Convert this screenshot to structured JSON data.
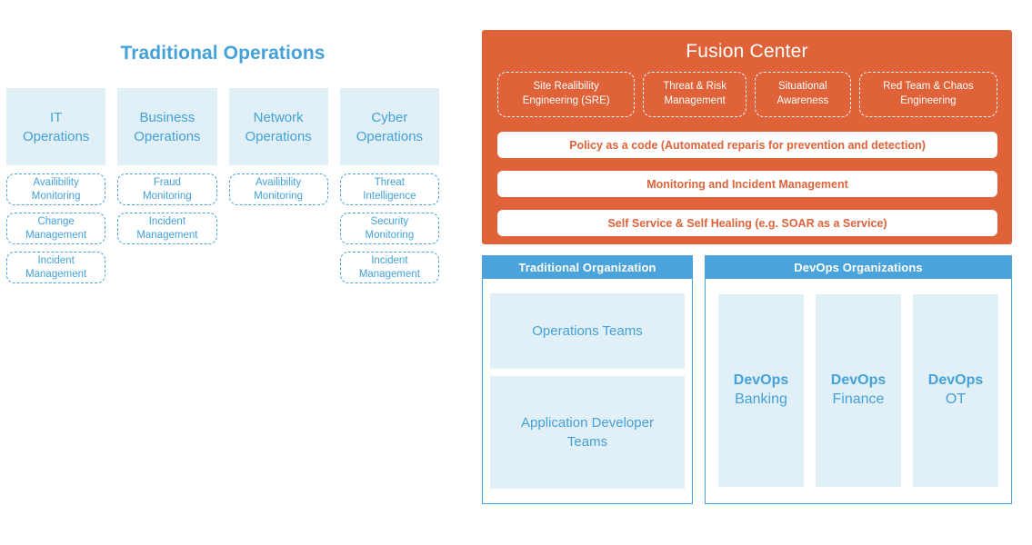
{
  "colors": {
    "orange": "#DF6239",
    "accent-blue": "#4AA3DA",
    "light-blue": "#E1EFF7",
    "text-blue": "#44A1D9",
    "white": "#FFFFFF"
  },
  "traditional_ops": {
    "title": "Traditional Operations",
    "columns": [
      {
        "label": "IT\nOperations",
        "items": [
          "Availibility\nMonitoring",
          "Change\nManagement",
          "Incident\nManagement"
        ]
      },
      {
        "label": "Business\nOperations",
        "items": [
          "Fraud\nMonitoring",
          "Incident\nManagement"
        ]
      },
      {
        "label": "Network\nOperations",
        "items": [
          "Availibility\nMonitoring"
        ]
      },
      {
        "label": "Cyber\nOperations",
        "items": [
          "Threat\nIntelligence",
          "Security\nMonitoring",
          "Incident\nManagement"
        ]
      }
    ]
  },
  "fusion_center": {
    "title": "Fusion Center",
    "capabilities": [
      "Site Realibility\nEngineering (SRE)",
      "Threat & Risk\nManagement",
      "Situational\nAwareness",
      "Red Team & Chaos\nEngineering"
    ],
    "service_bars": [
      "Policy as a code (Automated reparis for prevention and detection)",
      "Monitoring and Incident Management",
      "Self Service & Self Healing (e.g. SOAR as a Service)"
    ]
  },
  "organizations": {
    "traditional": {
      "header": "Traditional Organization",
      "teams": [
        "Operations Teams",
        "Application Developer\nTeams"
      ]
    },
    "devops": {
      "header": "DevOps Organizations",
      "teams": [
        {
          "brand": "DevOps",
          "unit": "Banking"
        },
        {
          "brand": "DevOps",
          "unit": "Finance"
        },
        {
          "brand": "DevOps",
          "unit": "OT"
        }
      ]
    }
  }
}
